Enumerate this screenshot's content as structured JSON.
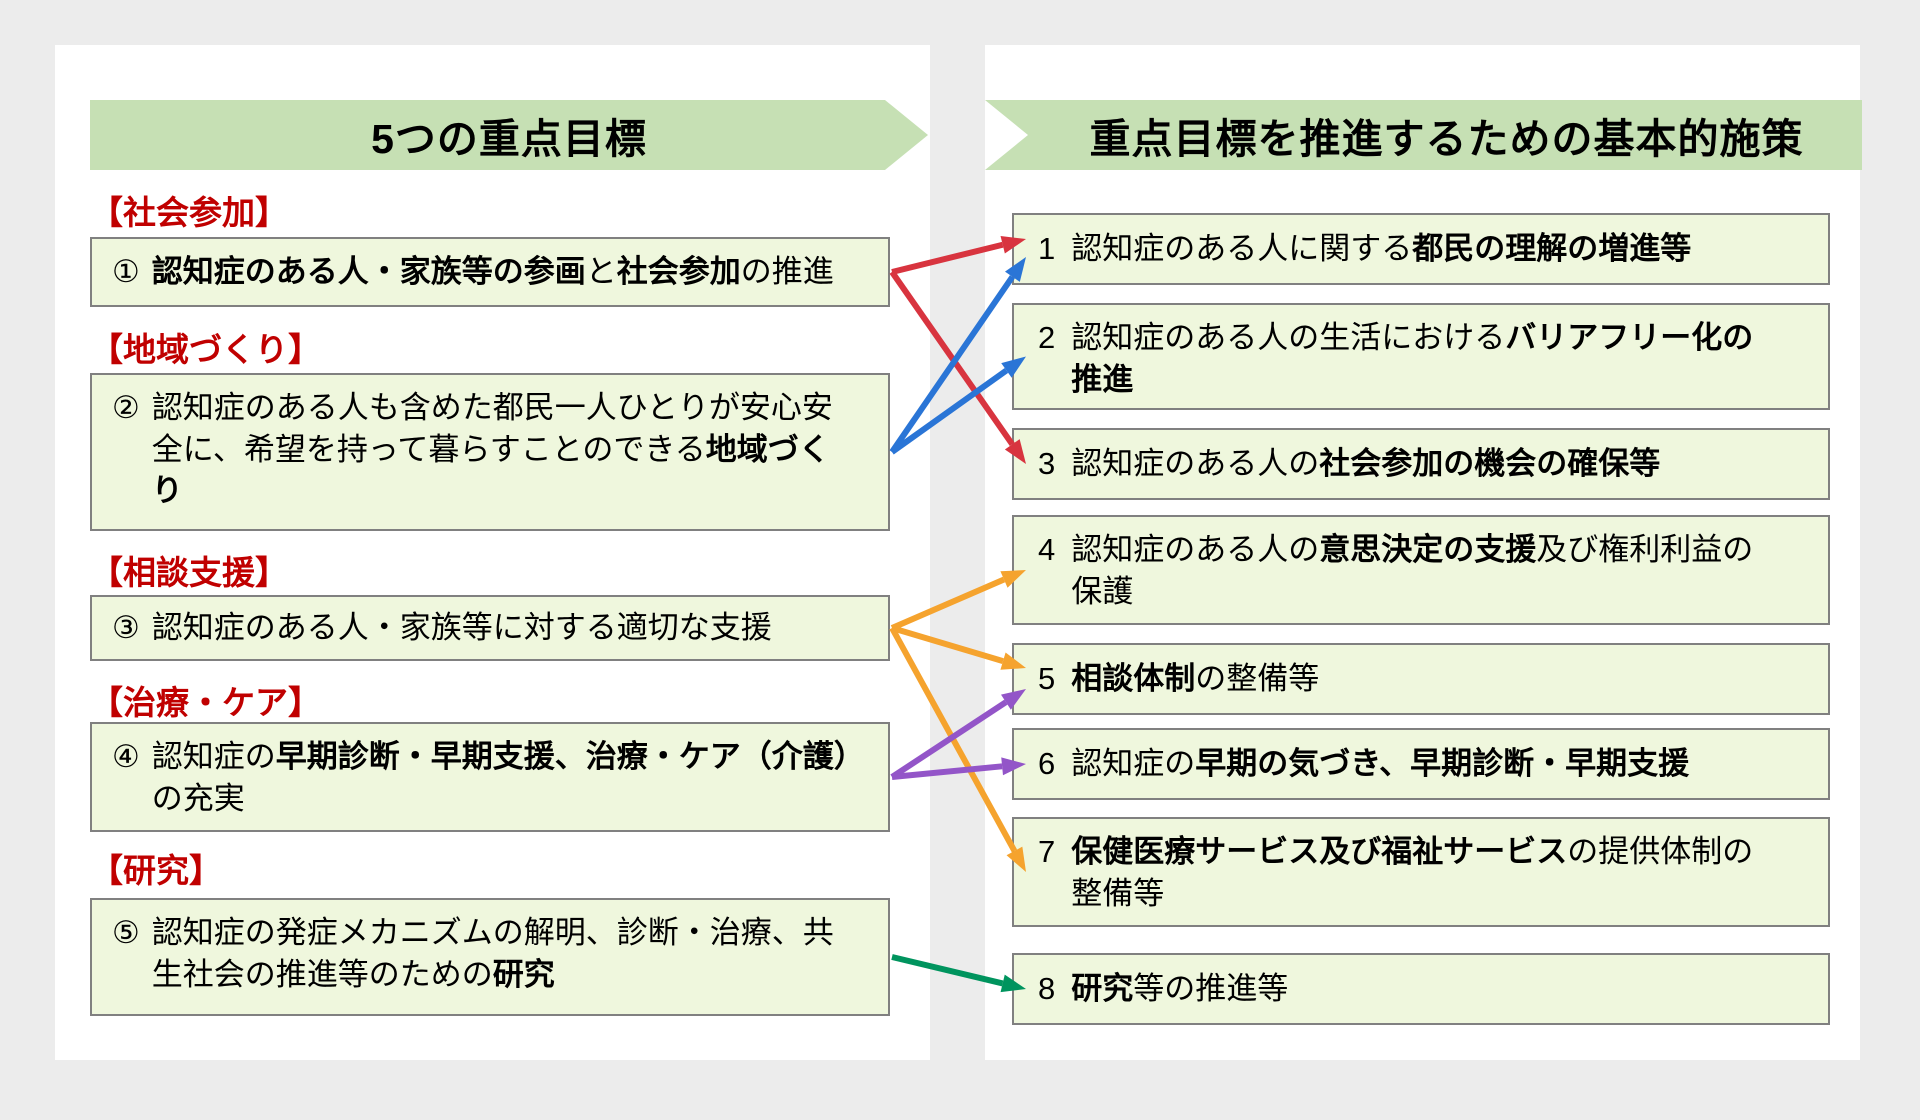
{
  "page": {
    "background": "#ececec",
    "panel_background": "#ffffff",
    "banner_background": "#c6e0b4",
    "box_background": "#eff7dd",
    "box_border": "#808080",
    "category_color": "#c00000"
  },
  "left": {
    "header": {
      "title": "5つの重点目標"
    },
    "groups": [
      {
        "category": "【社会参加】",
        "box": {
          "marker": "①",
          "segments": [
            {
              "t": "認知症のある人・家族等の参画",
              "b": true
            },
            {
              "t": "と"
            },
            {
              "t": "社会参加",
              "b": true
            },
            {
              "t": "の推進"
            }
          ]
        }
      },
      {
        "category": "【地域づくり】",
        "box": {
          "marker": "②",
          "segments": [
            {
              "t": "認知症のある人も含めた都民一人ひとりが安心安"
            },
            {
              "br": true
            },
            {
              "t": "全に、希望を持って暮らすことのできる"
            },
            {
              "t": "地域づく",
              "b": true
            },
            {
              "br": true
            },
            {
              "t": "り",
              "b": true
            }
          ]
        }
      },
      {
        "category": "【相談支援】",
        "box": {
          "marker": "③",
          "segments": [
            {
              "t": "認知症のある人・家族等に対する適切な支援"
            }
          ]
        }
      },
      {
        "category": "【治療・ケア】",
        "box": {
          "marker": "④",
          "segments": [
            {
              "t": "認知症の"
            },
            {
              "t": "早期診断・早期支援、治療・ケア（介護）",
              "b": true
            },
            {
              "br": true
            },
            {
              "t": "の充実"
            }
          ]
        }
      },
      {
        "category": "【研究】",
        "box": {
          "marker": "⑤",
          "segments": [
            {
              "t": "認知症の発症メカニズムの解明、診断・治療、共"
            },
            {
              "br": true
            },
            {
              "t": "生社会の推進等のための"
            },
            {
              "t": "研究",
              "b": true
            }
          ]
        }
      }
    ]
  },
  "right": {
    "header": {
      "title": "重点目標を推進するための基本的施策"
    },
    "items": [
      {
        "num": "1",
        "segments": [
          {
            "t": "認知症のある人に関する"
          },
          {
            "t": "都民の理解の増進等",
            "b": true
          }
        ]
      },
      {
        "num": "2",
        "segments": [
          {
            "t": "認知症のある人の生活における"
          },
          {
            "t": "バリアフリー化の",
            "b": true
          },
          {
            "br": true
          },
          {
            "t": "推進",
            "b": true
          }
        ]
      },
      {
        "num": "3",
        "segments": [
          {
            "t": "認知症のある人の"
          },
          {
            "t": "社会参加の機会の確保等",
            "b": true
          }
        ]
      },
      {
        "num": "4",
        "segments": [
          {
            "t": "認知症のある人の"
          },
          {
            "t": "意思決定の支援",
            "b": true
          },
          {
            "t": "及び権利利益の"
          },
          {
            "br": true
          },
          {
            "t": "保護"
          }
        ]
      },
      {
        "num": "5",
        "segments": [
          {
            "t": "相談体制",
            "b": true
          },
          {
            "t": "の整備等"
          }
        ]
      },
      {
        "num": "6",
        "segments": [
          {
            "t": "認知症の"
          },
          {
            "t": "早期の気づき、早期診断・早期支援",
            "b": true
          }
        ]
      },
      {
        "num": "7",
        "segments": [
          {
            "t": "保健医療サービス及び福祉サービス",
            "b": true
          },
          {
            "t": "の提供体制の"
          },
          {
            "br": true
          },
          {
            "t": "整備等"
          }
        ]
      },
      {
        "num": "8",
        "segments": [
          {
            "t": "研究",
            "b": true
          },
          {
            "t": "等の推進等"
          }
        ]
      }
    ]
  },
  "arrow_colors": {
    "red": "#d8343f",
    "blue": "#2a75d6",
    "orange": "#f5a32e",
    "purple": "#9355c8",
    "green": "#00945e"
  },
  "arrows": [
    {
      "from": "L1",
      "to": "R1",
      "color": "red",
      "dy_to": -10
    },
    {
      "from": "L1",
      "to": "R3",
      "color": "red",
      "dy_to": 0
    },
    {
      "from": "L2",
      "to": "R1",
      "color": "blue",
      "dy_to": 8
    },
    {
      "from": "L2",
      "to": "R2",
      "color": "blue",
      "dy_to": 0
    },
    {
      "from": "L3",
      "to": "R4",
      "color": "orange",
      "dy_to": 0
    },
    {
      "from": "L3",
      "to": "R5",
      "color": "orange",
      "dy_to": -11
    },
    {
      "from": "L3",
      "to": "R7",
      "color": "orange",
      "dy_to": 0
    },
    {
      "from": "L4",
      "to": "R5",
      "color": "purple",
      "dy_to": 10
    },
    {
      "from": "L4",
      "to": "R6",
      "color": "purple",
      "dy_to": 0
    },
    {
      "from": "L5",
      "to": "R8",
      "color": "green",
      "dy_to": 0
    }
  ]
}
